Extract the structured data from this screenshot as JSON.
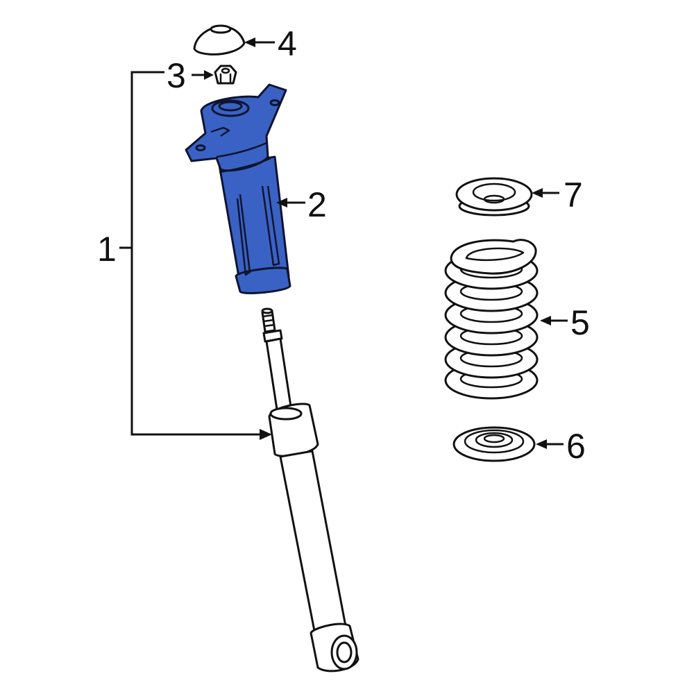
{
  "diagram": {
    "type": "exploded parts diagram",
    "subject": "rear shock absorber / strut assembly",
    "highlight_color": "#3a62c4",
    "line_color": "#111111",
    "background": "#ffffff",
    "callouts": [
      {
        "number": "1",
        "part": "shock absorber assembly (bracket group)"
      },
      {
        "number": "2",
        "part": "upper mount / bump stop boot (highlighted)"
      },
      {
        "number": "3",
        "part": "nut"
      },
      {
        "number": "4",
        "part": "dust cap"
      },
      {
        "number": "5",
        "part": "coil spring"
      },
      {
        "number": "6",
        "part": "lower spring seat / insulator"
      },
      {
        "number": "7",
        "part": "upper spring seat / insulator"
      }
    ]
  }
}
